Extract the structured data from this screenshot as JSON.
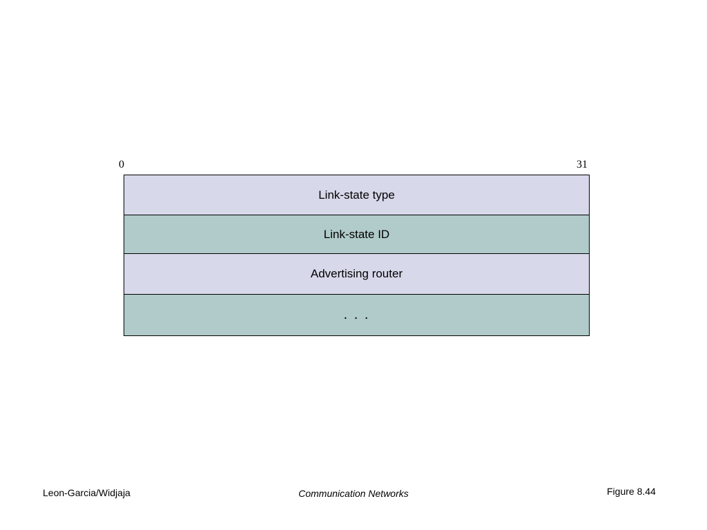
{
  "bit_range": {
    "start": "0",
    "end": "31"
  },
  "fields": [
    {
      "label": "Link-state type",
      "fill": "#d7d8ea"
    },
    {
      "label": "Link-state ID",
      "fill": "#b0cbc9"
    },
    {
      "label": "Advertising router",
      "fill": "#d7d8ea"
    },
    {
      "label": ". . .",
      "fill": "#b0cbc9"
    }
  ],
  "footer": {
    "authors": "Leon-Garcia/Widjaja",
    "book_title": "Communication Networks",
    "figure_number": "Figure 8.44"
  }
}
